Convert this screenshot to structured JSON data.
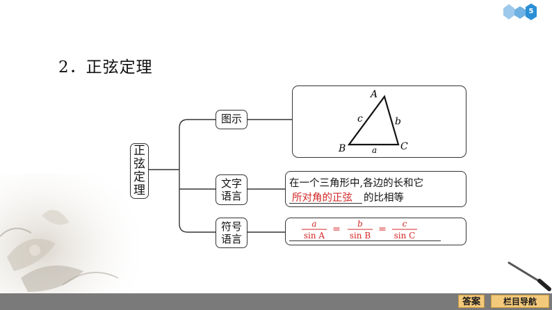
{
  "page": {
    "number": "5"
  },
  "section_title": "2．正弦定理",
  "root": {
    "chars": [
      "正",
      "弦",
      "定",
      "理"
    ]
  },
  "nodes": {
    "diagram": "图示",
    "words": [
      "文字",
      "语言"
    ],
    "symbols": [
      "符号",
      "语言"
    ]
  },
  "triangle": {
    "vertex_a": "A",
    "vertex_b": "B",
    "vertex_c": "C",
    "side_a": "a",
    "side_b": "b",
    "side_c": "c"
  },
  "words_content": {
    "line1": "在一个三角形中,各边的长和它",
    "blank": "所对角的正弦",
    "line2_tail": "的比相等"
  },
  "formula": {
    "num_a": "a",
    "den_a": "sin A",
    "num_b": "b",
    "den_b": "sin B",
    "num_c": "c",
    "den_c": "sin C",
    "equals": "="
  },
  "footer": {
    "answer": "答案",
    "nav": "栏目导航"
  },
  "colors": {
    "accent_red": "#d42525",
    "badge_blue": "#2a8fd6",
    "footer_gold": "#f3c97b"
  }
}
